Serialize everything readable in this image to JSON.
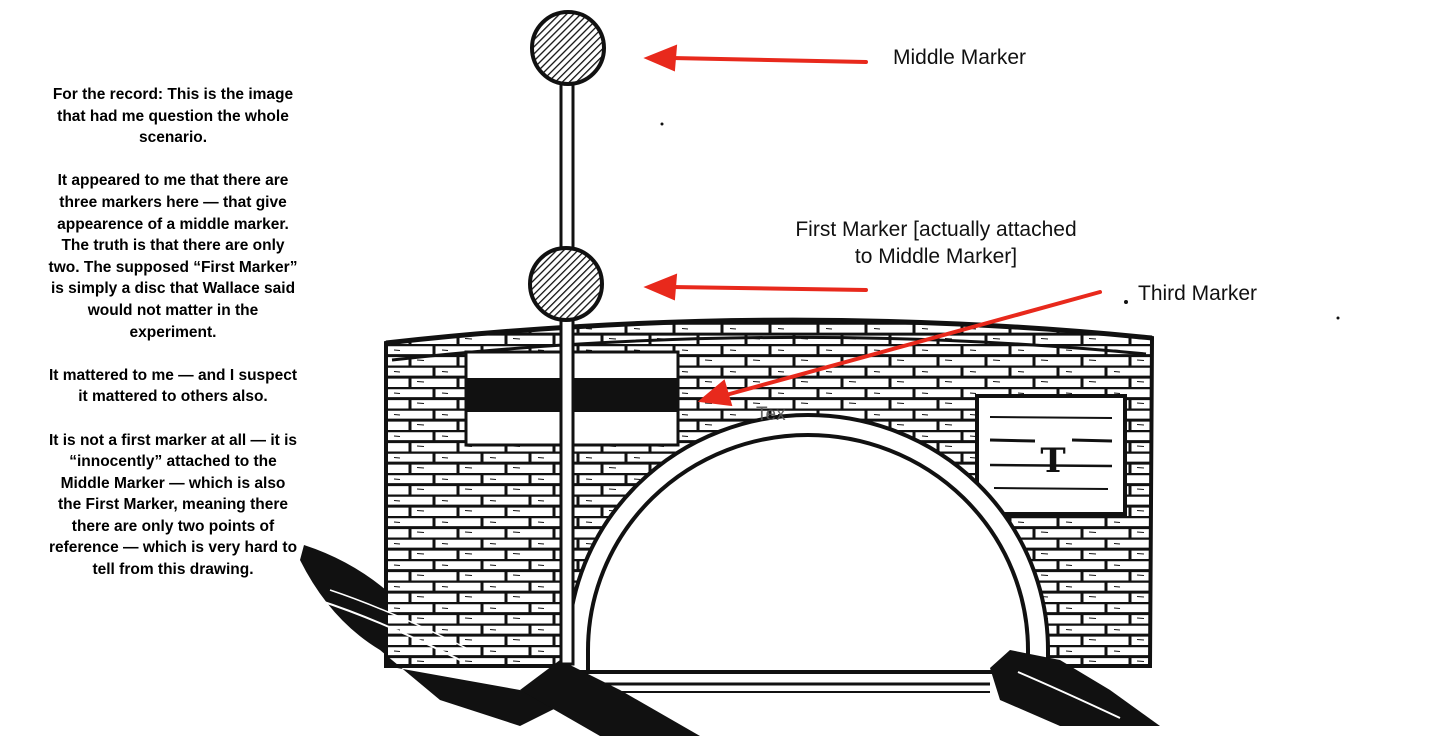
{
  "note": {
    "p1": "For the record: This is the image that had me question the whole scenario.",
    "p2": "It appeared to me that there are three markers here — that give appearence of a middle marker. The truth is that there are only two. The supposed “First Marker” is simply a disc that Wallace said would not matter in the experiment.",
    "p3": "It mattered to me — and I suspect it mattered to others also.",
    "p4": "It is not a first marker at all — it is “innocently” attached to the Middle Marker — which is also the First Marker, meaning there there are only two points of reference — which is very hard to tell from this drawing."
  },
  "labels": {
    "middle_marker": "Middle Marker",
    "first_marker": "First Marker [actually attached to Middle Marker]",
    "third_marker": "Third Marker",
    "stray_text": "Tex",
    "plaque_letter": "T"
  },
  "colors": {
    "arrow": "#e8291c",
    "ink": "#111111",
    "background": "#ffffff"
  },
  "icons": {
    "arrow": "arrow-left-icon"
  }
}
